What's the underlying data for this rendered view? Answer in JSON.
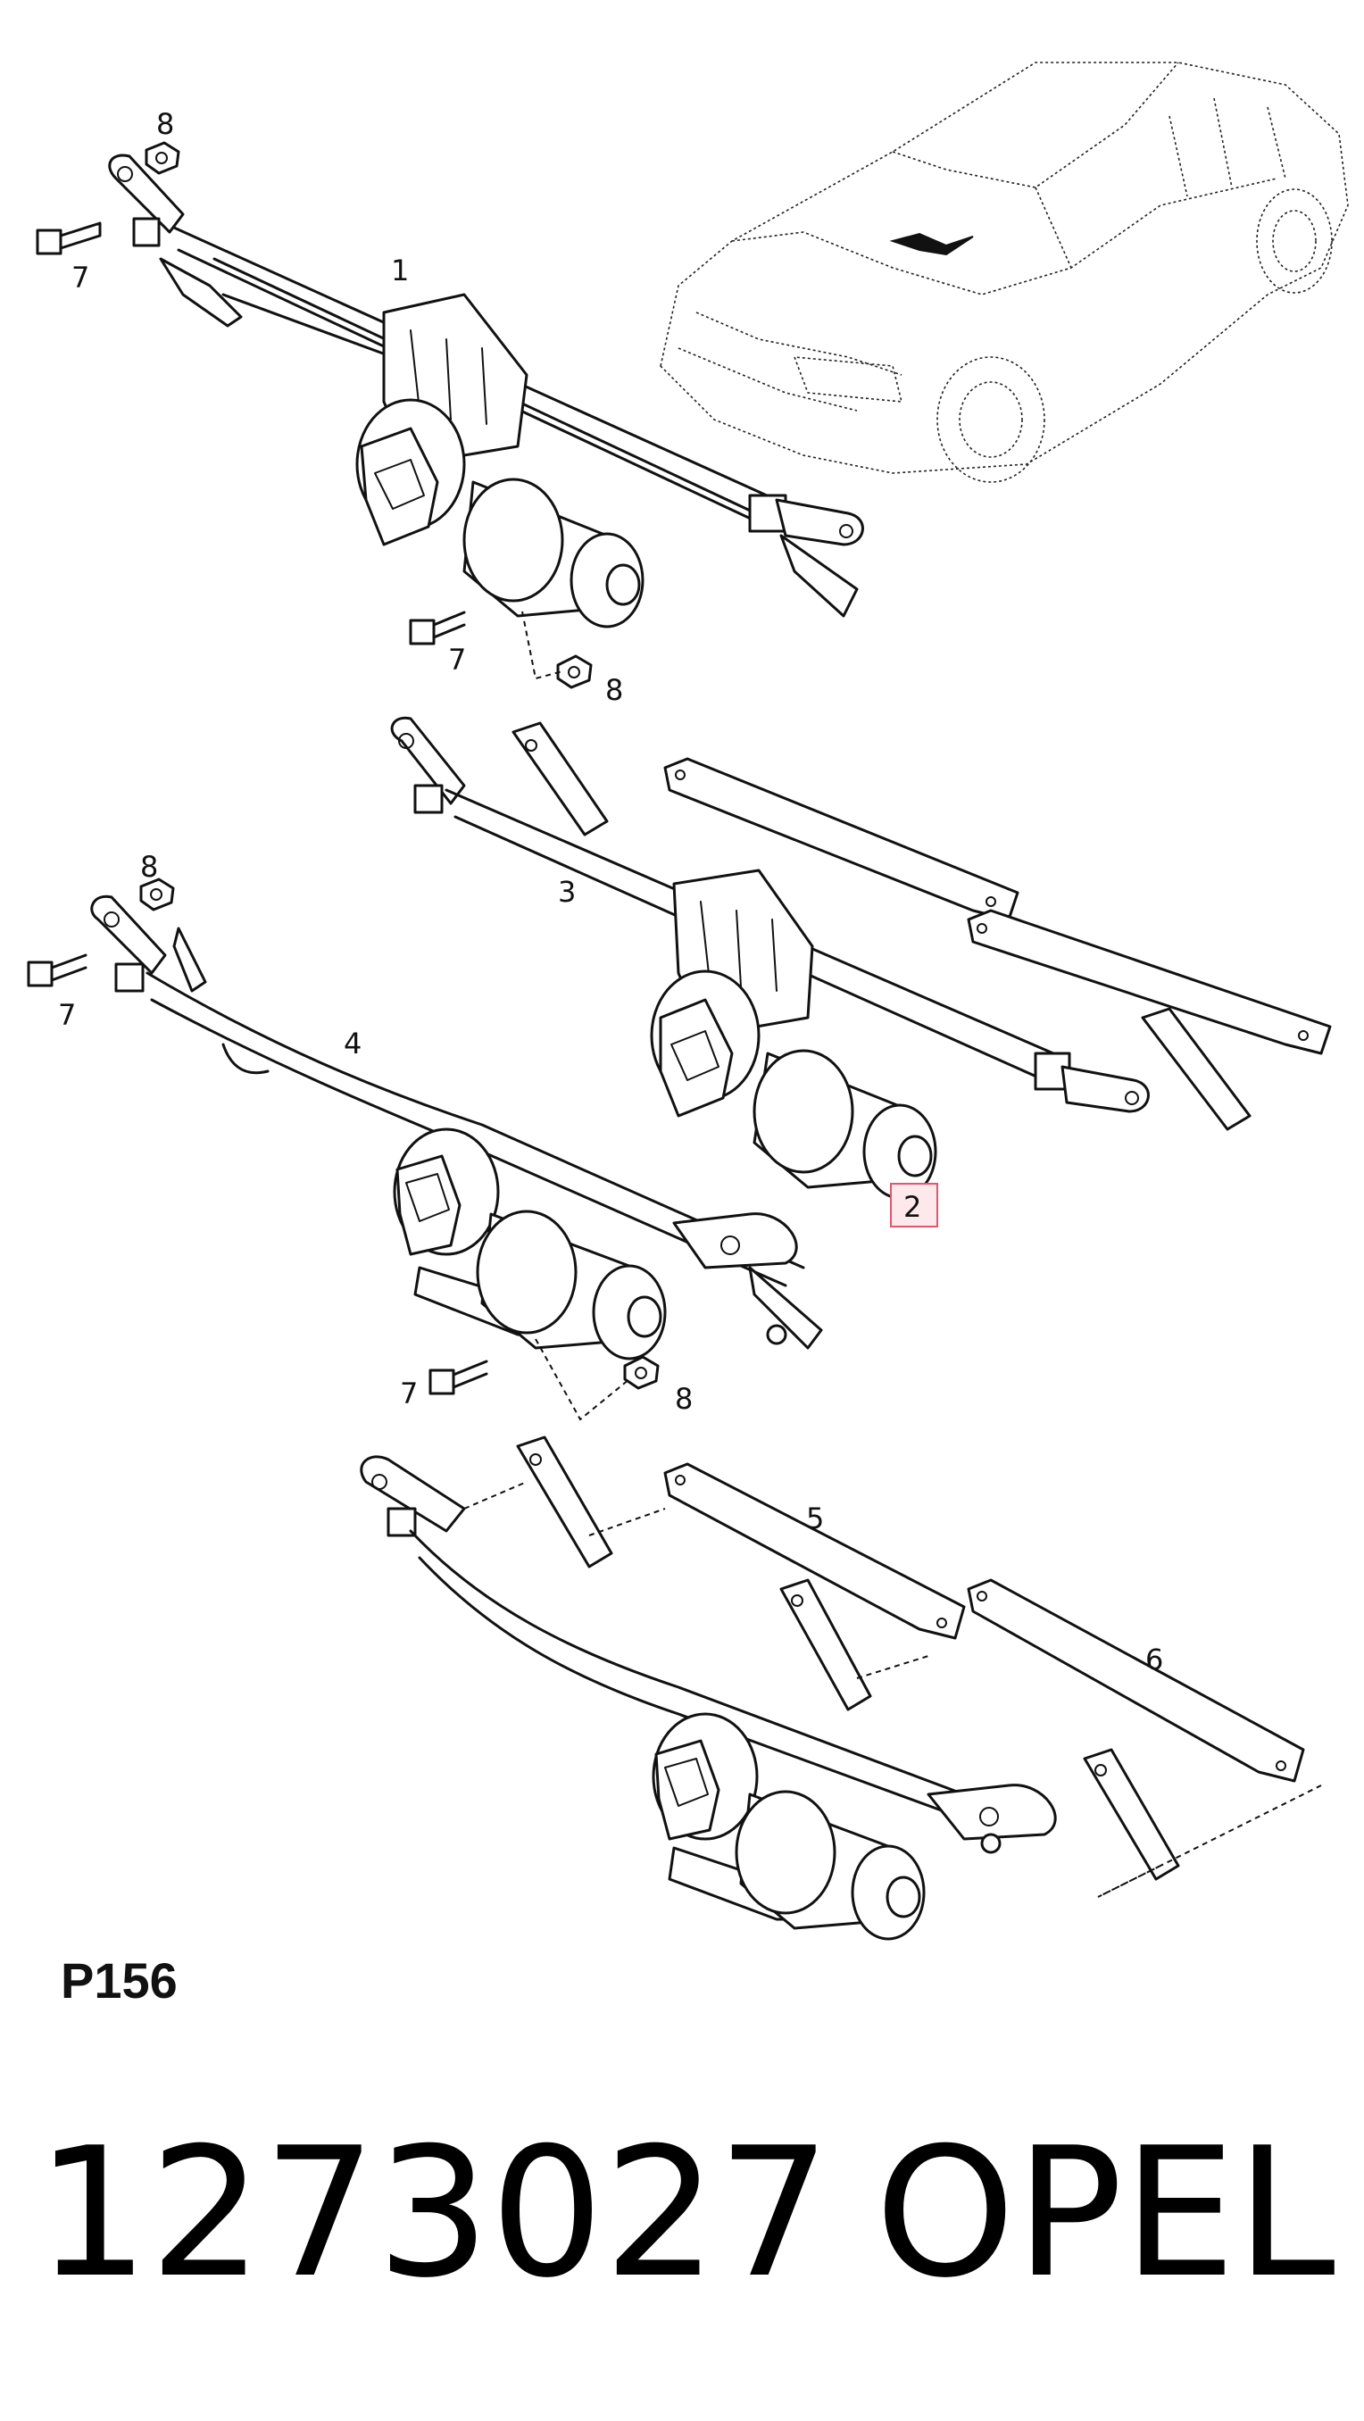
{
  "callouts": {
    "c1": "1",
    "c2": "2",
    "c3": "3",
    "c4": "4",
    "c5": "5",
    "c6": "6",
    "c7a": "7",
    "c7b": "7",
    "c7c": "7",
    "c7d": "7",
    "c8a": "8",
    "c8b": "8",
    "c8c": "8",
    "c8d": "8"
  },
  "plate_code": "P156",
  "part_number": "1273027",
  "brand": "OPEL",
  "highlight_color": "#e0566f"
}
